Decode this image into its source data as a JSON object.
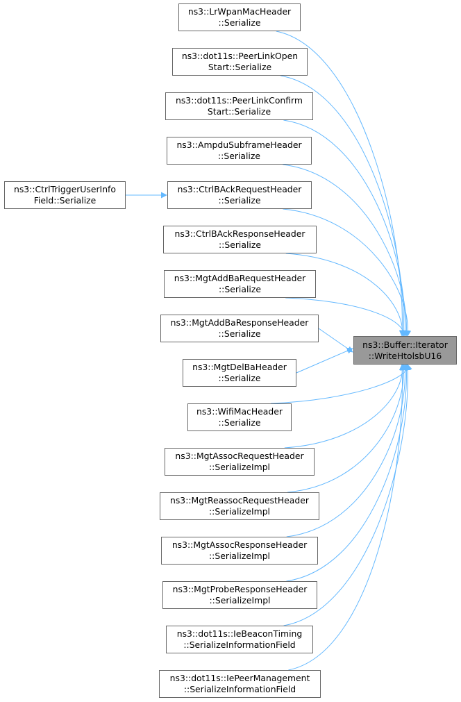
{
  "target": {
    "line1": "ns3::Buffer::Iterator",
    "line2": "::WriteHtolsbU16"
  },
  "callers": [
    {
      "line1": "ns3::LrWpanMacHeader",
      "line2": "::Serialize"
    },
    {
      "line1": "ns3::dot11s::PeerLinkOpen",
      "line2": "Start::Serialize"
    },
    {
      "line1": "ns3::dot11s::PeerLinkConfirm",
      "line2": "Start::Serialize"
    },
    {
      "line1": "ns3::AmpduSubframeHeader",
      "line2": "::Serialize"
    },
    {
      "line1": "ns3::CtrlBAckRequestHeader",
      "line2": "::Serialize"
    },
    {
      "line1": "ns3::CtrlBAckResponseHeader",
      "line2": "::Serialize"
    },
    {
      "line1": "ns3::MgtAddBaRequestHeader",
      "line2": "::Serialize"
    },
    {
      "line1": "ns3::MgtAddBaResponseHeader",
      "line2": "::Serialize"
    },
    {
      "line1": "ns3::MgtDelBaHeader",
      "line2": "::Serialize"
    },
    {
      "line1": "ns3::WifiMacHeader",
      "line2": "::Serialize"
    },
    {
      "line1": "ns3::MgtAssocRequestHeader",
      "line2": "::SerializeImpl"
    },
    {
      "line1": "ns3::MgtReassocRequestHeader",
      "line2": "::SerializeImpl"
    },
    {
      "line1": "ns3::MgtAssocResponseHeader",
      "line2": "::SerializeImpl"
    },
    {
      "line1": "ns3::MgtProbeResponseHeader",
      "line2": "::SerializeImpl"
    },
    {
      "line1": "ns3::dot11s::IeBeaconTiming",
      "line2": "::SerializeInformationField"
    },
    {
      "line1": "ns3::dot11s::IePeerManagement",
      "line2": "::SerializeInformationField"
    }
  ],
  "secondary_caller": {
    "line1": "ns3::CtrlTriggerUserInfo",
    "line2": "Field::Serialize"
  },
  "colors": {
    "edge": "#63b8ff",
    "node_border": "#666666",
    "target_fill": "#999999"
  }
}
